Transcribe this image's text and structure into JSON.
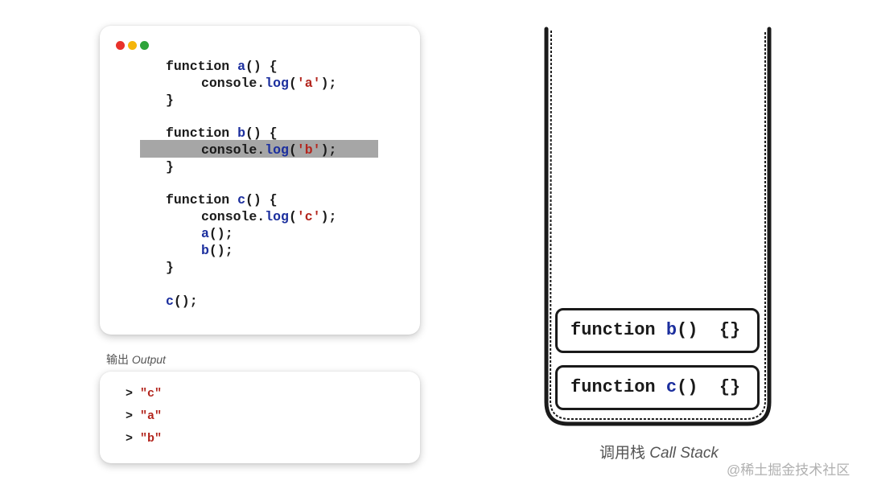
{
  "code_window": {
    "lines": [
      {
        "kw": "function ",
        "name": "a",
        "rest": "() {"
      },
      {
        "obj": "console.",
        "method": "log",
        "open": "(",
        "str": "'a'",
        "close": ");"
      },
      {
        "text": "}"
      },
      {
        "kw": "function ",
        "name": "b",
        "rest": "() {"
      },
      {
        "obj": "console.",
        "method": "log",
        "open": "(",
        "str": "'b'",
        "close": ");"
      },
      {
        "text": "}"
      },
      {
        "kw": "function ",
        "name": "c",
        "rest": "() {"
      },
      {
        "obj": "console.",
        "method": "log",
        "open": "(",
        "str": "'c'",
        "close": ");"
      },
      {
        "call": "a",
        "end": "();"
      },
      {
        "call": "b",
        "end": "();"
      },
      {
        "text": "}"
      },
      {
        "call": "c",
        "end": "();"
      }
    ]
  },
  "output": {
    "label_cn": "输出",
    "label_en": "Output",
    "lines": [
      {
        "prompt": "> ",
        "value": "\"c\""
      },
      {
        "prompt": "> ",
        "value": "\"a\""
      },
      {
        "prompt": "> ",
        "value": "\"b\""
      }
    ]
  },
  "call_stack": {
    "frames": [
      {
        "kw": "function ",
        "name": "b",
        "rest": "()  {}"
      },
      {
        "kw": "function ",
        "name": "c",
        "rest": "()  {}"
      }
    ],
    "caption_cn": "调用栈",
    "caption_en": "Call Stack"
  },
  "watermark": "@稀土掘金技术社区",
  "colors": {
    "function_name": "#1c2f9e",
    "string": "#b3261e",
    "highlight": "#a6a6a6"
  }
}
